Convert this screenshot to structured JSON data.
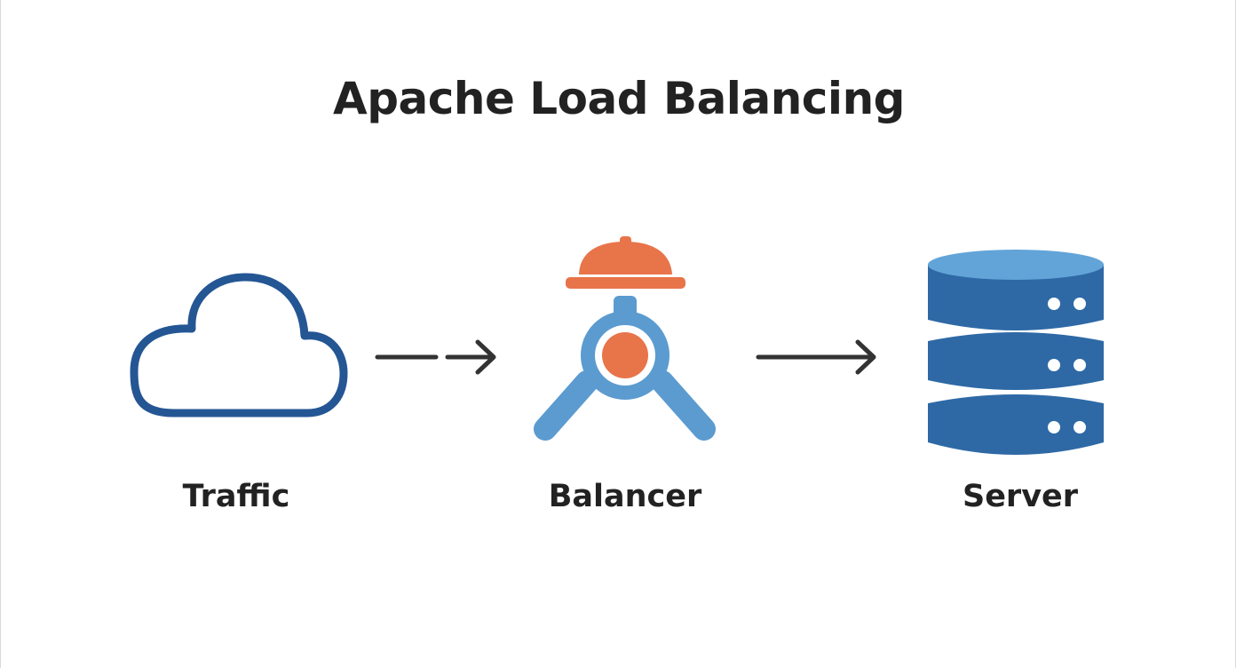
{
  "diagram": {
    "title": "Apache Load Balancing",
    "nodes": [
      {
        "id": "traffic",
        "label": "Traffic",
        "icon": "cloud-icon"
      },
      {
        "id": "balancer",
        "label": "Balancer",
        "icon": "load-balancer-icon"
      },
      {
        "id": "server",
        "label": "Server",
        "icon": "database-server-icon"
      }
    ],
    "edges": [
      {
        "from": "traffic",
        "to": "balancer",
        "style": "dashed-arrow"
      },
      {
        "from": "balancer",
        "to": "server",
        "style": "solid-arrow"
      }
    ]
  },
  "colors": {
    "text": "#222222",
    "cloud_stroke": "#245694",
    "hat_orange": "#e8744a",
    "balancer_blue": "#5b9bd0",
    "server_top": "#62a4d8",
    "server_body": "#2e69a6",
    "arrow": "#333333"
  }
}
